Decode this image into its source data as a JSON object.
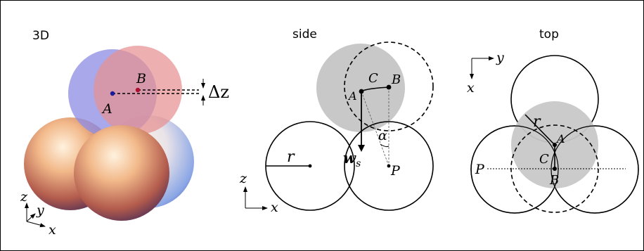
{
  "panels": {
    "three_d": {
      "title": "3D",
      "label_A": "A",
      "label_B": "B",
      "label_dz": "Δz",
      "axis_z": "z",
      "axis_y": "y",
      "axis_x": "x"
    },
    "side": {
      "title": "side",
      "label_A": "A",
      "label_B": "B",
      "label_C": "C",
      "label_alpha": "α",
      "label_ws": "w",
      "label_ws_sub": "s",
      "label_P": "P",
      "label_r": "r",
      "axis_z": "z",
      "axis_x": "x"
    },
    "top": {
      "title": "top",
      "label_A": "A",
      "label_B": "B",
      "label_C": "C",
      "label_P": "P",
      "label_r": "r",
      "axis_y": "y",
      "axis_x": "x"
    }
  },
  "colors": {
    "sphere_blue": "#8f8fe6",
    "sphere_red": "#e69090",
    "grey_fill": "#c8c8c8",
    "point_blue": "#1a1a9a",
    "point_red": "#b01030"
  }
}
